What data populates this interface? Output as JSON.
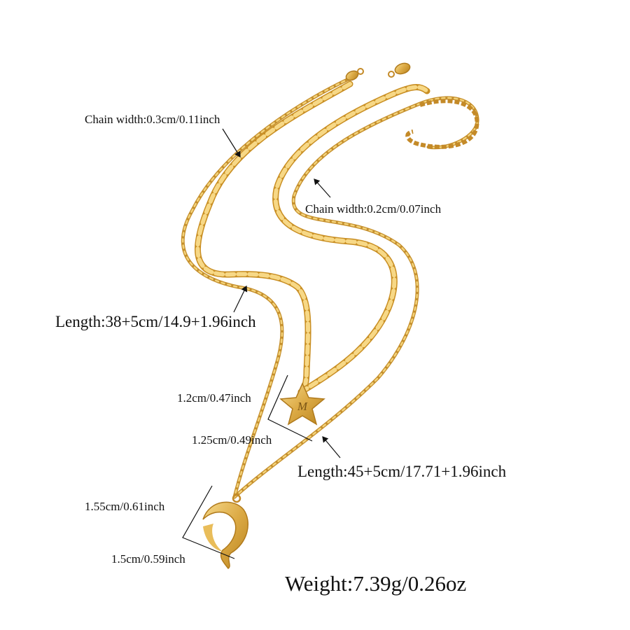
{
  "labels": {
    "chain_width_top": "Chain width:0.3cm/0.11inch",
    "chain_width_right": "Chain width:0.2cm/0.07inch",
    "length_short": "Length:38+5cm/14.9+1.96inch",
    "star_height": "1.2cm/0.47inch",
    "star_width": "1.25cm/0.49inch",
    "length_long": "Length:45+5cm/17.71+1.96inch",
    "moon_height": "1.55cm/0.61inch",
    "moon_width": "1.5cm/0.59inch",
    "weight": "Weight:7.39g/0.26oz"
  },
  "pendant_letter": "M",
  "colors": {
    "gold": "#d9a53c",
    "gold_light": "#f1cd72",
    "gold_dark": "#b98422",
    "annotation": "#111111",
    "background": "#ffffff"
  }
}
